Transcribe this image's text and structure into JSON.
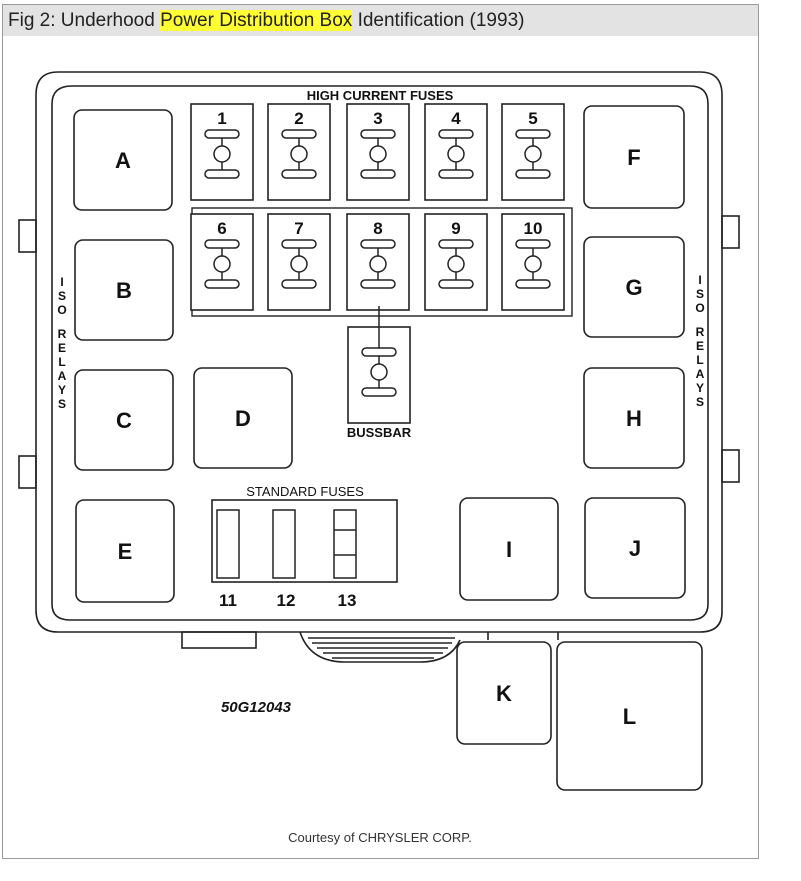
{
  "caption": {
    "prefix": "Fig 2: Underhood ",
    "highlight": "Power Distribution Box",
    "suffix": " Identification (1993)"
  },
  "diagram": {
    "high_current_title": "HIGH CURRENT FUSES",
    "standard_title": "STANDARD FUSES",
    "bussbar_label": "BUSSBAR",
    "iso_relays_label": "ISO RELAYS",
    "part_number": "50G12043",
    "relays": [
      "A",
      "B",
      "C",
      "D",
      "E",
      "F",
      "G",
      "H",
      "I",
      "J",
      "K",
      "L"
    ],
    "high_current_fuses": [
      "1",
      "2",
      "3",
      "4",
      "5",
      "6",
      "7",
      "8",
      "9",
      "10"
    ],
    "standard_fuses": [
      "11",
      "12",
      "13"
    ]
  },
  "courtesy": "Courtesy of CHRYSLER CORP."
}
